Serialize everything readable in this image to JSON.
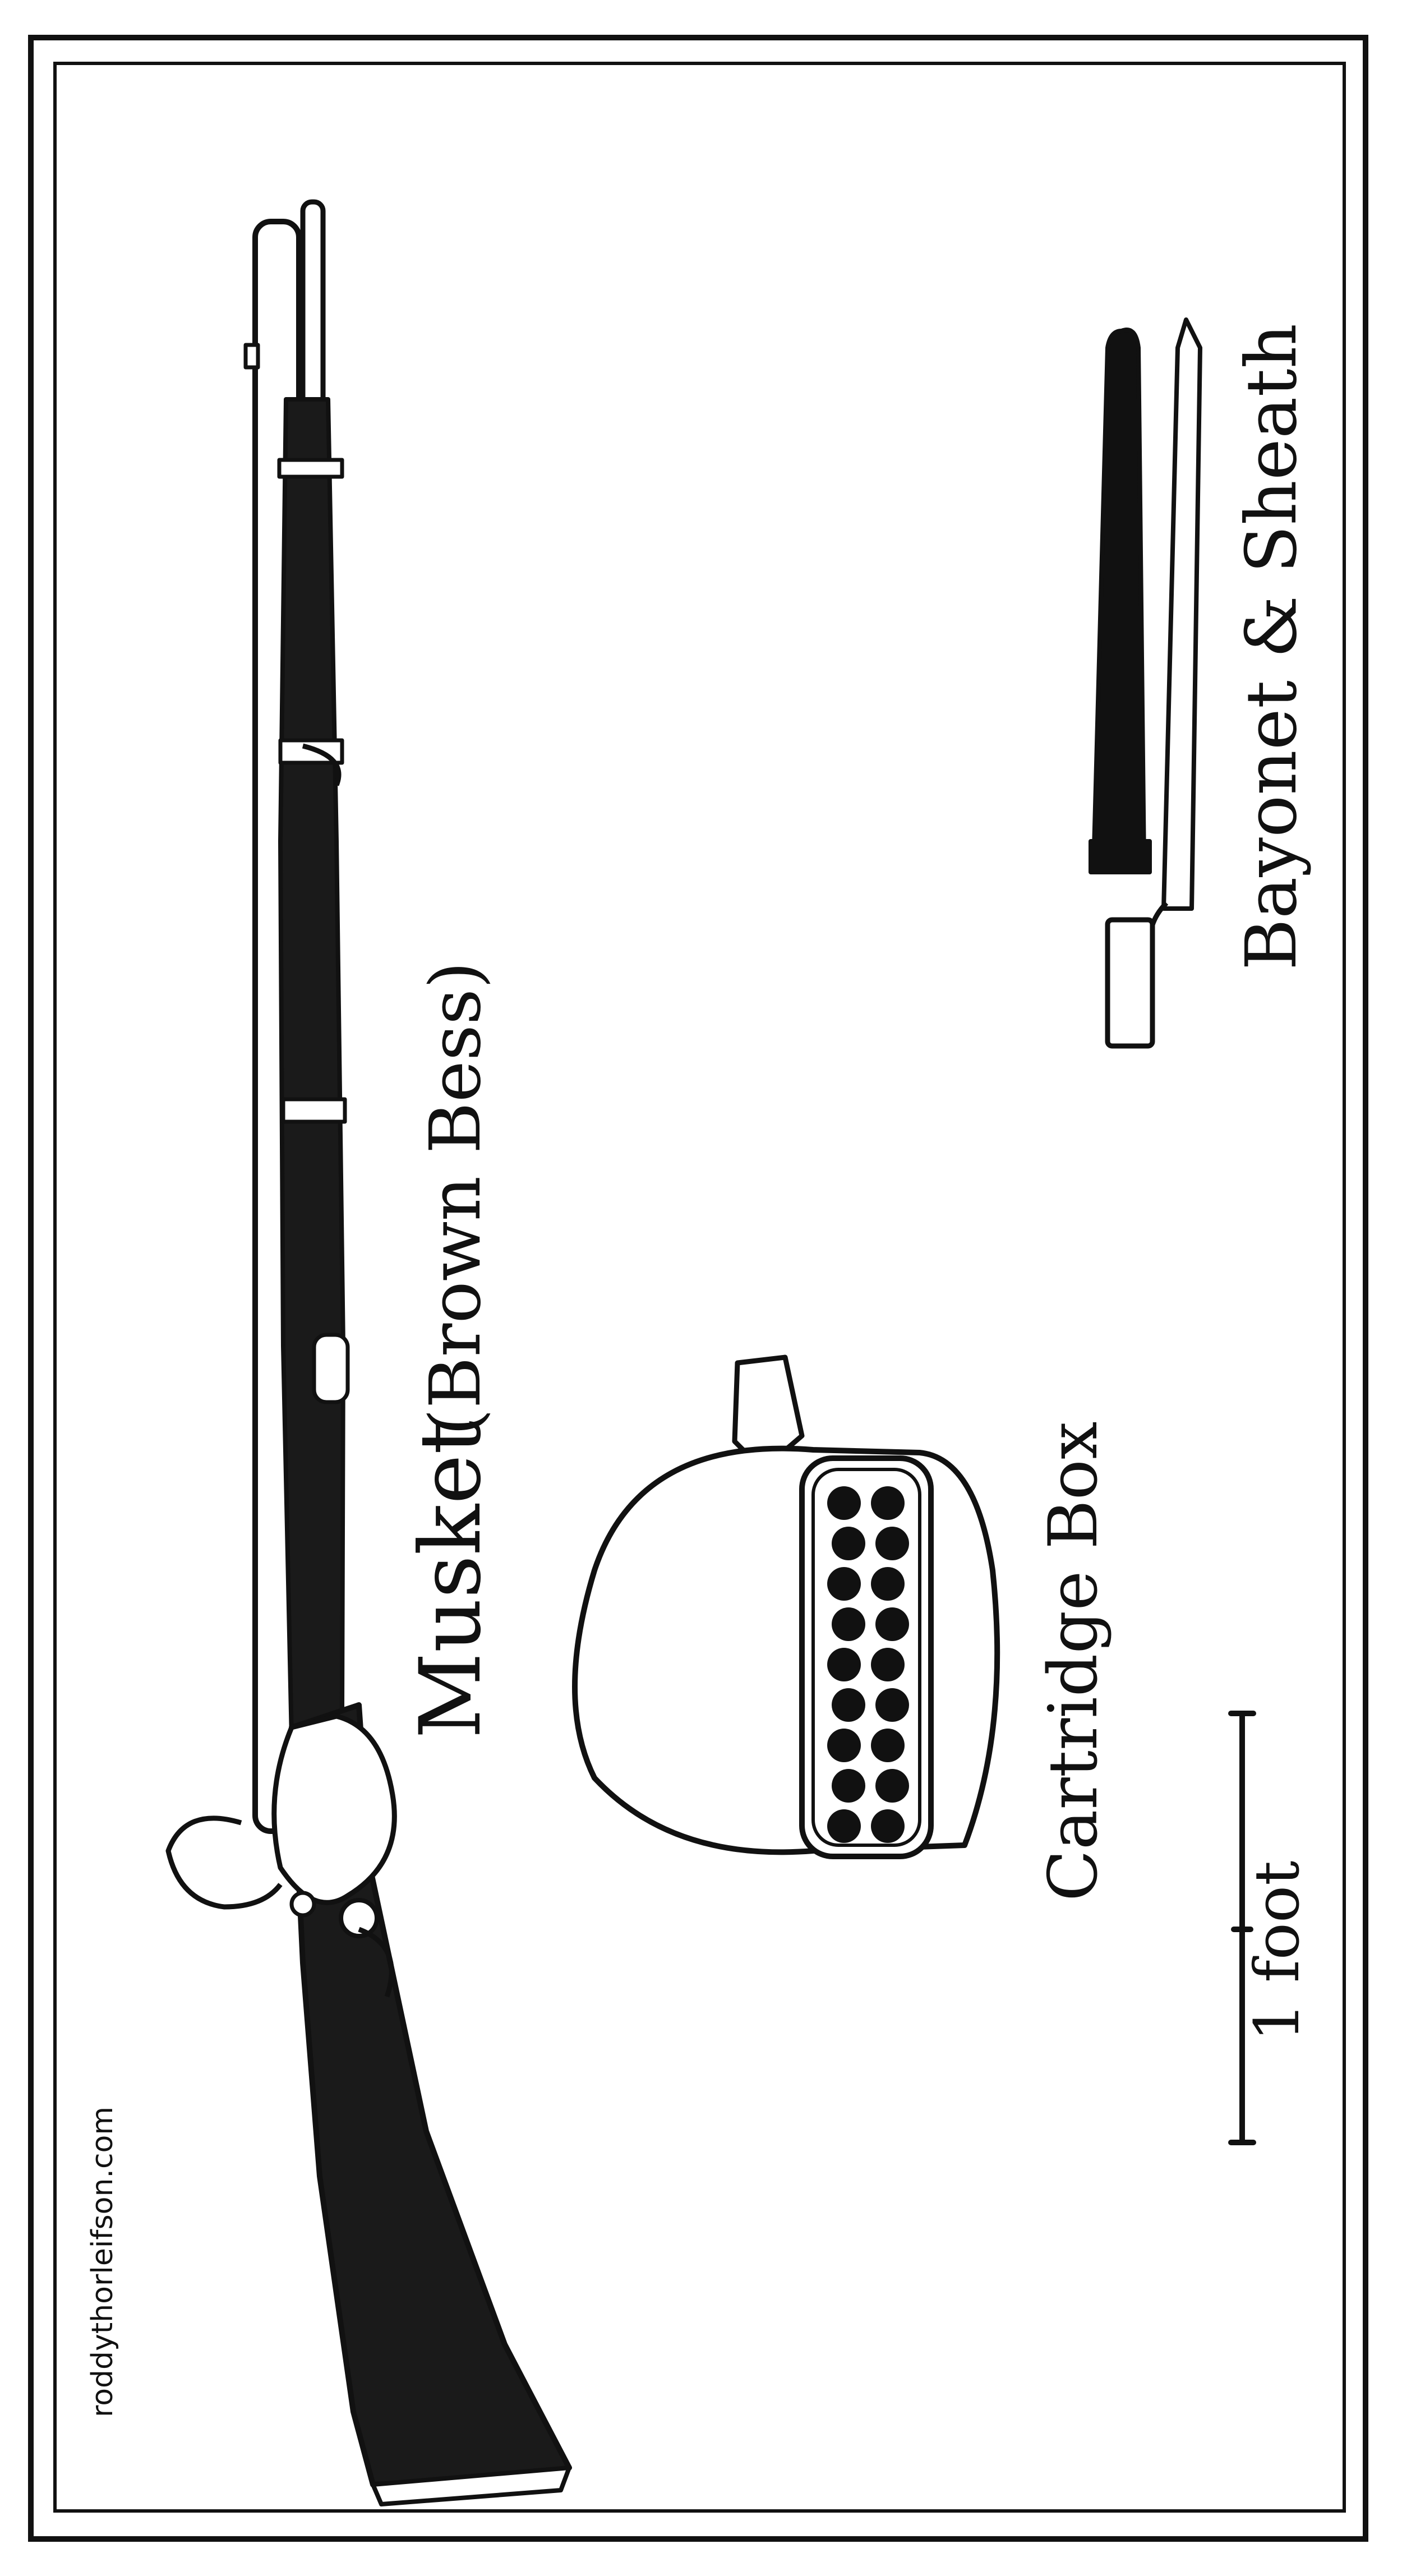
{
  "labels": {
    "musket": "Musket",
    "musket_name": "(Brown Bess)",
    "cartridge_box": "Cartridge Box",
    "bayonet": "Bayonet & Sheath",
    "scale": "1 foot",
    "credit": "roddythorleifson.com"
  },
  "colors": {
    "ink": "#111111",
    "paper": "#ffffff",
    "wood": "#1a1a1a"
  }
}
